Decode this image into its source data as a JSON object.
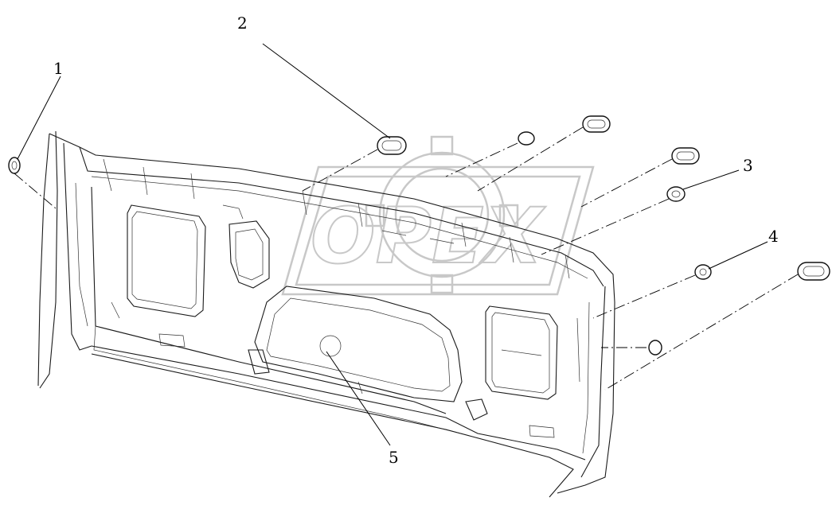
{
  "callouts": [
    {
      "id": "1",
      "label": "1"
    },
    {
      "id": "2",
      "label": "2"
    },
    {
      "id": "3",
      "label": "3"
    },
    {
      "id": "4",
      "label": "4"
    },
    {
      "id": "5",
      "label": "5"
    }
  ],
  "watermark": {
    "text": "OPEX"
  },
  "colors": {
    "line": "#1a1a1a",
    "watermark": "#c8c8c8",
    "background": "#ffffff"
  }
}
